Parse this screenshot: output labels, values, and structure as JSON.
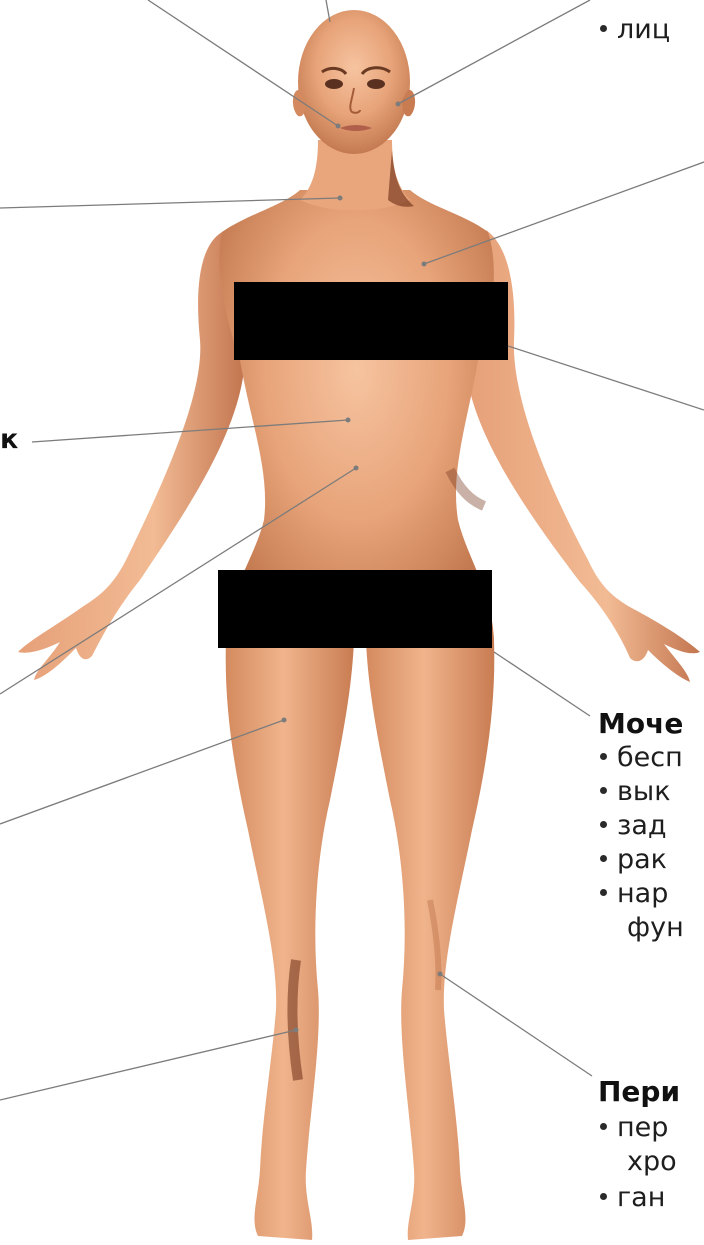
{
  "labels": {
    "top_right": {
      "line1": "лиц"
    },
    "left_fragment": "к",
    "urinary": {
      "title": "Моче",
      "items": [
        "бесп",
        "вык",
        "зад",
        "рак",
        "нар"
      ],
      "item5_cont": "фун"
    },
    "peripheral": {
      "title": "Пери",
      "items": [
        "пер",
        "ган"
      ],
      "item1_cont": "хро"
    }
  },
  "colors": {
    "skin": "#e8a47a",
    "skin_shadow": "#c97c52",
    "skin_dark": "#7a3d22",
    "censor": "#000000",
    "leader_line": "#7c7c7c"
  }
}
